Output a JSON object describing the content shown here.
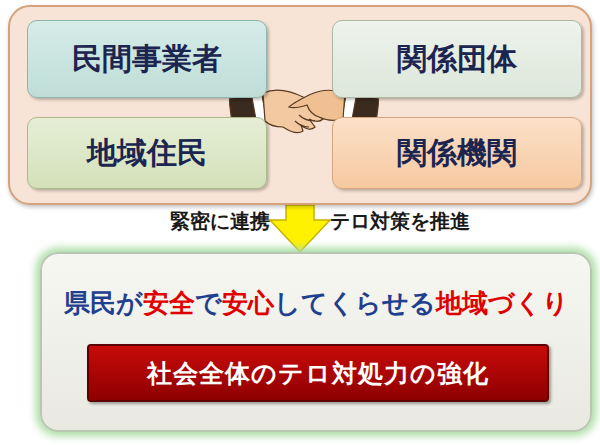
{
  "diagram": {
    "nodes": [
      {
        "text": []
      },
      {
        "text": [
          "民間事業者"
        ],
        "in": 0
      },
      {
        "text": [
          "関係団体"
        ],
        "in": 0
      },
      {
        "text": [
          "地域住民"
        ],
        "in": 0
      },
      {
        "text": [
          "関係機関"
        ],
        "in": 0
      },
      {
        "text": [
          "県民が安全で安心してくらせる地域づくり"
        ]
      },
      {
        "text": [
          "社会全体のテロ対処力の強化"
        ],
        "in": 5
      }
    ],
    "edges": [
      {
        "from": 0,
        "to": 5,
        "arrow": "to"
      }
    ],
    "labels": [
      "緊密に連携",
      "テロ対策を推進"
    ]
  }
}
